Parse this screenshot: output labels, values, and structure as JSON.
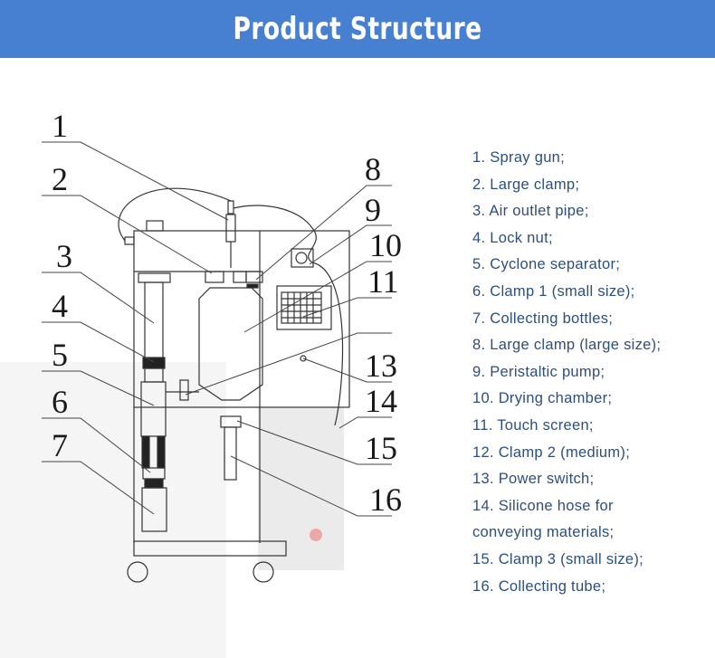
{
  "header": {
    "title": "Product Structure",
    "background_color": "#4780d1",
    "text_color": "#ffffff"
  },
  "diagram": {
    "subject": "spray dryer",
    "callouts": [
      {
        "num": "1"
      },
      {
        "num": "2"
      },
      {
        "num": "3"
      },
      {
        "num": "4"
      },
      {
        "num": "5"
      },
      {
        "num": "6"
      },
      {
        "num": "7"
      },
      {
        "num": "8"
      },
      {
        "num": "9"
      },
      {
        "num": "10"
      },
      {
        "num": "11"
      },
      {
        "num": "13"
      },
      {
        "num": "14"
      },
      {
        "num": "15"
      },
      {
        "num": "16"
      }
    ]
  },
  "parts_list": {
    "text_color": "#2c4f7c",
    "lines": [
      "1. Spray gun;",
      "2. Large clamp;",
      "3. Air outlet pipe;",
      "4. Lock nut;",
      "5. Cyclone separator;",
      "6. Clamp 1 (small size);",
      "7. Collecting bottles;",
      "8. Large clamp (large size);",
      "9. Peristaltic pump;",
      "10. Drying chamber;",
      "11. Touch screen;",
      "12. Clamp 2 (medium);",
      "13. Power switch;",
      "14. Silicone hose for",
      "conveying materials;",
      "15. Clamp 3 (small size);",
      "16. Collecting tube;"
    ]
  }
}
